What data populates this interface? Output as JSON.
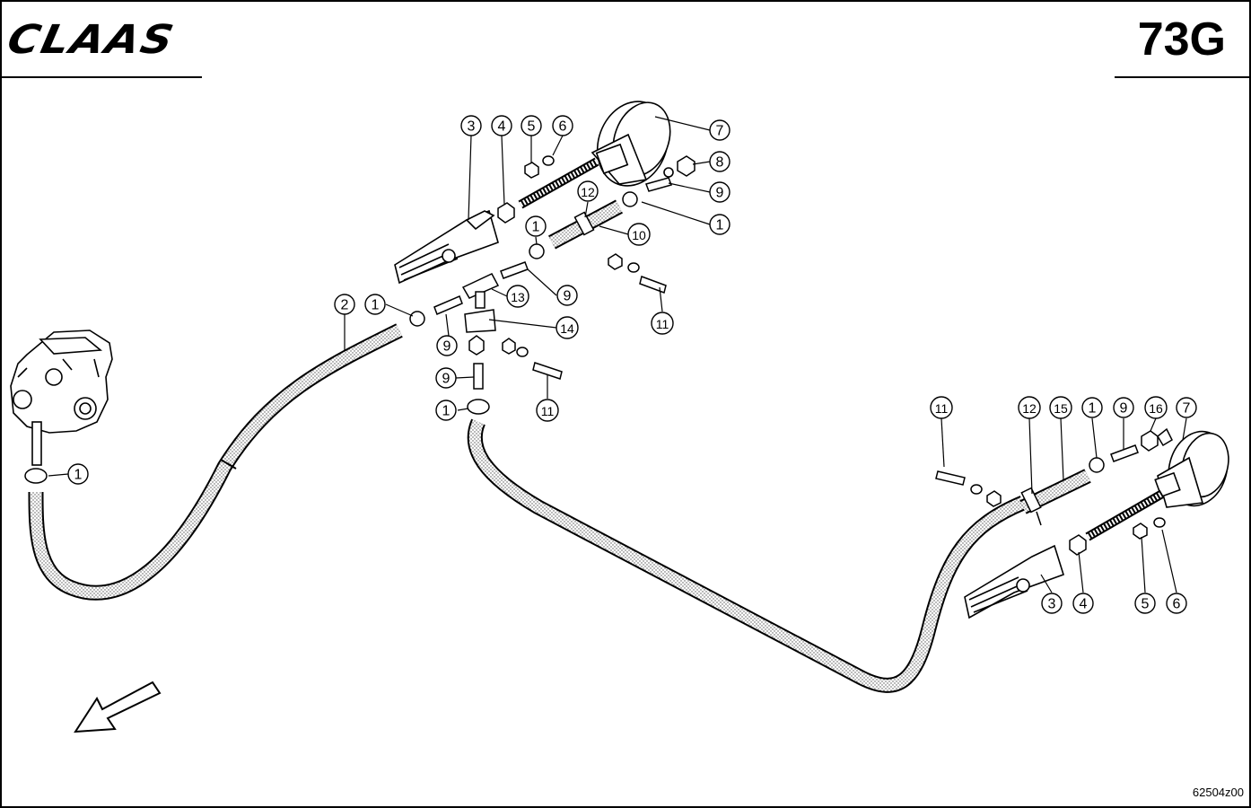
{
  "header": {
    "brand": "CLAAS",
    "page_code": "73G"
  },
  "footer": {
    "drawing_number": "62504z00"
  },
  "callouts": {
    "c_1a": "1",
    "c_1b": "1",
    "c_1c": "1",
    "c_1d": "1",
    "c_1e": "1",
    "c_1f": "1",
    "c_2": "2",
    "c_3a": "3",
    "c_3b": "3",
    "c_4a": "4",
    "c_4b": "4",
    "c_5a": "5",
    "c_5b": "5",
    "c_6a": "6",
    "c_6b": "6",
    "c_7a": "7",
    "c_7b": "7",
    "c_8": "8",
    "c_9a": "9",
    "c_9b": "9",
    "c_9c": "9",
    "c_9d": "9",
    "c_9e": "9",
    "c_10": "10",
    "c_11a": "11",
    "c_11b": "11",
    "c_11c": "11",
    "c_12a": "12",
    "c_12b": "12",
    "c_13": "13",
    "c_14": "14",
    "c_15": "15",
    "c_16": "16"
  }
}
